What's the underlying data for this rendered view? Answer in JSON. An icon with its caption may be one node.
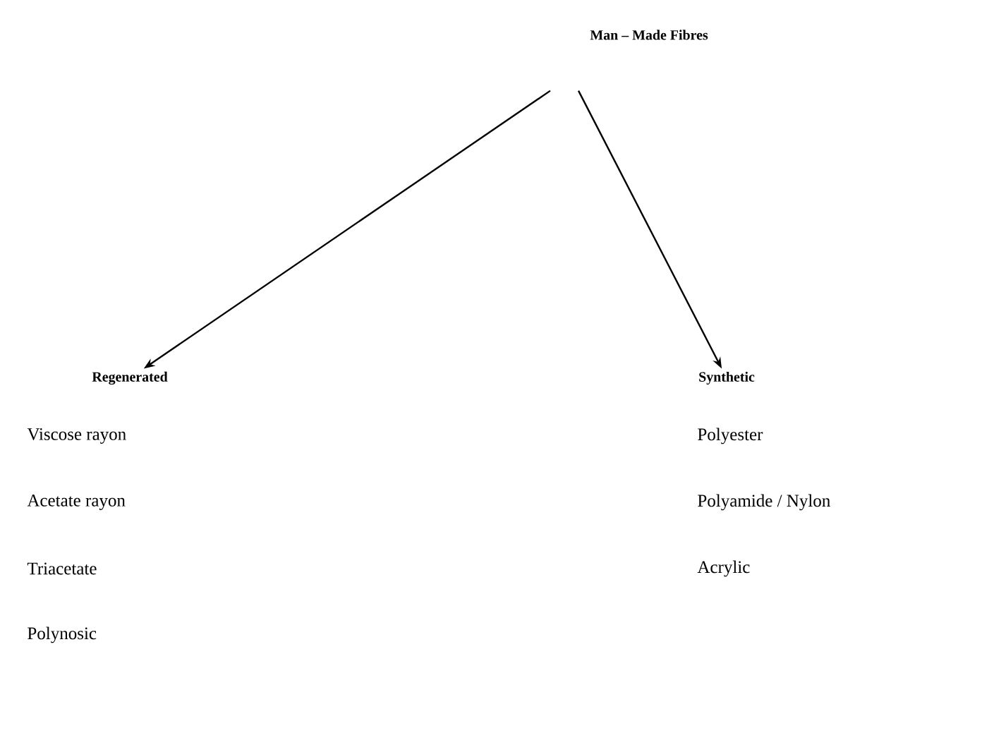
{
  "diagram": {
    "nodes": [
      {
        "text": [
          "Man – Made Fibres"
        ]
      },
      {
        "text": [
          "Regenerated"
        ],
        "beside": [
          "Viscose rayon",
          "Acetate rayon",
          "Triacetate",
          "Polynosic"
        ]
      },
      {
        "text": [
          "Synthetic"
        ],
        "beside": [
          "Polyester",
          "Polyamide / Nylon",
          "Acrylic"
        ]
      }
    ],
    "edges": [
      {
        "from": 0,
        "to": 1,
        "arrow": "to"
      },
      {
        "from": 0,
        "to": 2,
        "arrow": "to"
      }
    ]
  }
}
